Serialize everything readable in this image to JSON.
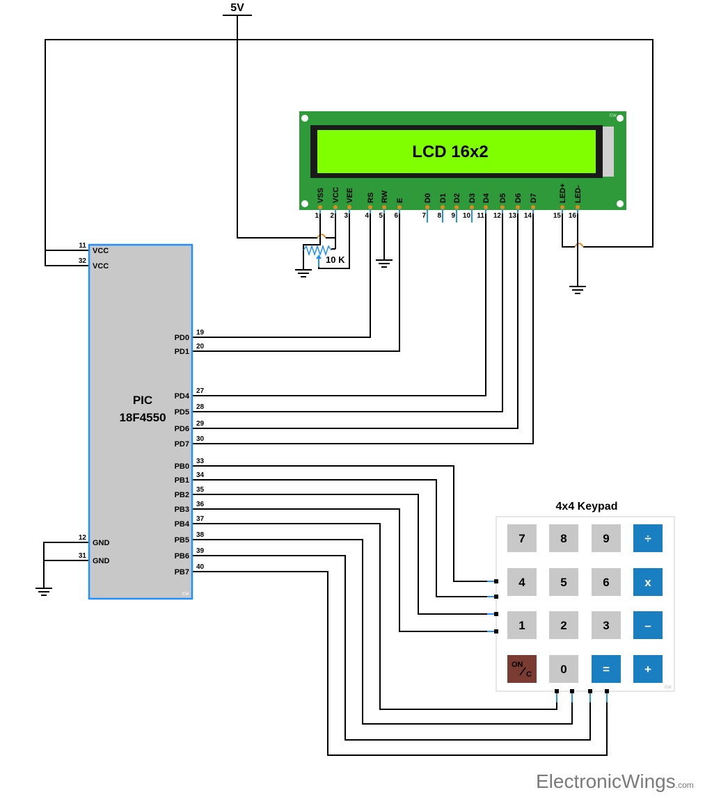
{
  "supply": {
    "label": "5V"
  },
  "lcd": {
    "title": "LCD 16x2",
    "brand_mark": "EW",
    "pins": [
      {
        "num": "1",
        "name": "VSS"
      },
      {
        "num": "2",
        "name": "VCC"
      },
      {
        "num": "3",
        "name": "VEE"
      },
      {
        "num": "4",
        "name": "RS"
      },
      {
        "num": "5",
        "name": "RW"
      },
      {
        "num": "6",
        "name": "E"
      },
      {
        "num": "7",
        "name": "D0"
      },
      {
        "num": "8",
        "name": "D1"
      },
      {
        "num": "9",
        "name": "D2"
      },
      {
        "num": "10",
        "name": "D3"
      },
      {
        "num": "11",
        "name": "D4"
      },
      {
        "num": "12",
        "name": "D5"
      },
      {
        "num": "13",
        "name": "D6"
      },
      {
        "num": "14",
        "name": "D7"
      },
      {
        "num": "15",
        "name": "LED+"
      },
      {
        "num": "16",
        "name": "LED-"
      }
    ]
  },
  "potentiometer": {
    "label": "10 K"
  },
  "mcu": {
    "name_line1": "PIC",
    "name_line2": "18F4550",
    "brand_mark": "EW",
    "pins_left": [
      {
        "num": "11",
        "name": "VCC"
      },
      {
        "num": "32",
        "name": "VCC"
      },
      {
        "num": "12",
        "name": "GND"
      },
      {
        "num": "31",
        "name": "GND"
      }
    ],
    "pins_right": [
      {
        "num": "19",
        "name": "PD0"
      },
      {
        "num": "20",
        "name": "PD1"
      },
      {
        "num": "27",
        "name": "PD4"
      },
      {
        "num": "28",
        "name": "PD5"
      },
      {
        "num": "29",
        "name": "PD6"
      },
      {
        "num": "30",
        "name": "PD7"
      },
      {
        "num": "33",
        "name": "PB0"
      },
      {
        "num": "34",
        "name": "PB1"
      },
      {
        "num": "35",
        "name": "PB2"
      },
      {
        "num": "36",
        "name": "PB3"
      },
      {
        "num": "37",
        "name": "PB4"
      },
      {
        "num": "38",
        "name": "PB5"
      },
      {
        "num": "39",
        "name": "PB6"
      },
      {
        "num": "40",
        "name": "PB7"
      }
    ]
  },
  "keypad": {
    "title": "4x4 Keypad",
    "brand_mark": "EW",
    "keys": [
      {
        "label": "7",
        "kind": "num"
      },
      {
        "label": "8",
        "kind": "num"
      },
      {
        "label": "9",
        "kind": "num"
      },
      {
        "label": "÷",
        "kind": "op"
      },
      {
        "label": "4",
        "kind": "num"
      },
      {
        "label": "5",
        "kind": "num"
      },
      {
        "label": "6",
        "kind": "num"
      },
      {
        "label": "x",
        "kind": "op"
      },
      {
        "label": "1",
        "kind": "num"
      },
      {
        "label": "2",
        "kind": "num"
      },
      {
        "label": "3",
        "kind": "num"
      },
      {
        "label": "–",
        "kind": "op"
      },
      {
        "label": "ON/C",
        "kind": "clear"
      },
      {
        "label": "0",
        "kind": "num"
      },
      {
        "label": "=",
        "kind": "op"
      },
      {
        "label": "+",
        "kind": "op"
      }
    ]
  },
  "colors": {
    "lcd_board": "#2e9a3a",
    "lcd_screen": "#7fff00",
    "mcu_body": "#c8c8c8",
    "mcu_border": "#1e90ff",
    "key_num": "#c8c8c8",
    "key_op": "#1a7fc1",
    "key_clear": "#7a3b33",
    "pin_orange": "#e8891c",
    "pin_blue": "#1e90ff"
  },
  "watermark": {
    "main": "ElectronicWings",
    "suffix": ".com"
  }
}
